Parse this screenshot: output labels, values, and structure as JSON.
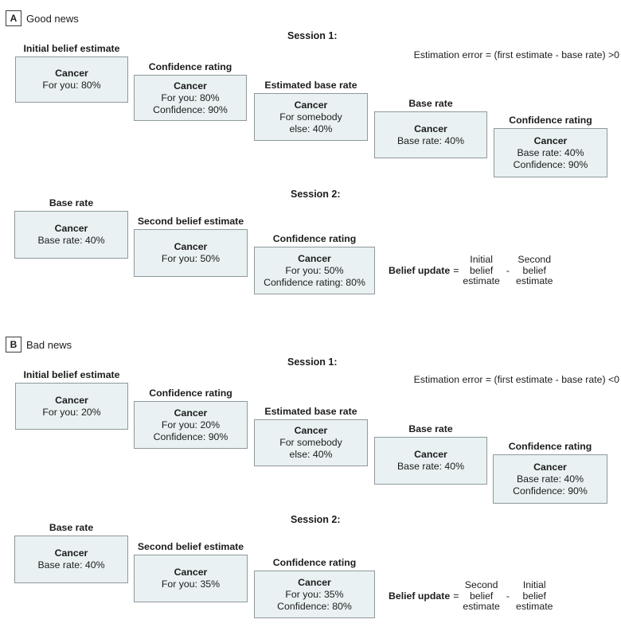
{
  "colors": {
    "box_fill": "#e9f1f2",
    "box_border": "#8e999c",
    "text": "#1c1c1c"
  },
  "panels": [
    {
      "badge": "A",
      "title": "Good news",
      "s1": {
        "header": "Session 1:",
        "note": "Estimation error = (first estimate - base rate) >0",
        "boxes": [
          {
            "label": "Initial belief estimate",
            "title": "Cancer",
            "l2": "For you: 80%"
          },
          {
            "label": "Confidence rating",
            "title": "Cancer",
            "l2": "For you: 80%",
            "l3": "Confidence: 90%"
          },
          {
            "label": "Estimated base rate",
            "title": "Cancer",
            "l2": "For somebody",
            "l3": "else: 40%"
          },
          {
            "label": "Base rate",
            "title": "Cancer",
            "l2": "Base rate: 40%"
          },
          {
            "label": "Confidence rating",
            "title": "Cancer",
            "l2": "Base rate: 40%",
            "l3": "Confidence: 90%"
          }
        ]
      },
      "s2": {
        "header": "Session 2:",
        "boxes": [
          {
            "label": "Base rate",
            "title": "Cancer",
            "l2": "Base rate: 40%"
          },
          {
            "label": "Second belief estimate",
            "title": "Cancer",
            "l2": "For you: 50%"
          },
          {
            "label": "Confidence rating",
            "title": "Cancer",
            "l2": "For you: 50%",
            "l3": "Confidence rating: 80%"
          }
        ],
        "formula": {
          "label": "Belief update",
          "eq": "=",
          "a": "Initial\nbelief\nestimate",
          "minus": "-",
          "b": "Second\nbelief\nestimate"
        }
      }
    },
    {
      "badge": "B",
      "title": "Bad news",
      "s1": {
        "header": "Session 1:",
        "note": "Estimation error = (first estimate - base rate) <0",
        "boxes": [
          {
            "label": "Initial belief estimate",
            "title": "Cancer",
            "l2": "For you: 20%"
          },
          {
            "label": "Confidence rating",
            "title": "Cancer",
            "l2": "For you: 20%",
            "l3": "Confidence: 90%"
          },
          {
            "label": "Estimated base rate",
            "title": "Cancer",
            "l2": "For somebody",
            "l3": "else: 40%"
          },
          {
            "label": "Base rate",
            "title": "Cancer",
            "l2": "Base rate: 40%"
          },
          {
            "label": "Confidence rating",
            "title": "Cancer",
            "l2": "Base rate: 40%",
            "l3": "Confidence: 90%"
          }
        ]
      },
      "s2": {
        "header": "Session 2:",
        "boxes": [
          {
            "label": "Base rate",
            "title": "Cancer",
            "l2": "Base rate: 40%"
          },
          {
            "label": "Second belief estimate",
            "title": "Cancer",
            "l2": "For you: 35%"
          },
          {
            "label": "Confidence rating",
            "title": "Cancer",
            "l2": "For you: 35%",
            "l3": "Confidence: 80%"
          }
        ],
        "formula": {
          "label": "Belief update",
          "eq": "=",
          "a": "Second\nbelief\nestimate",
          "minus": "-",
          "b": "Initial\nbelief\nestimate"
        }
      }
    }
  ]
}
